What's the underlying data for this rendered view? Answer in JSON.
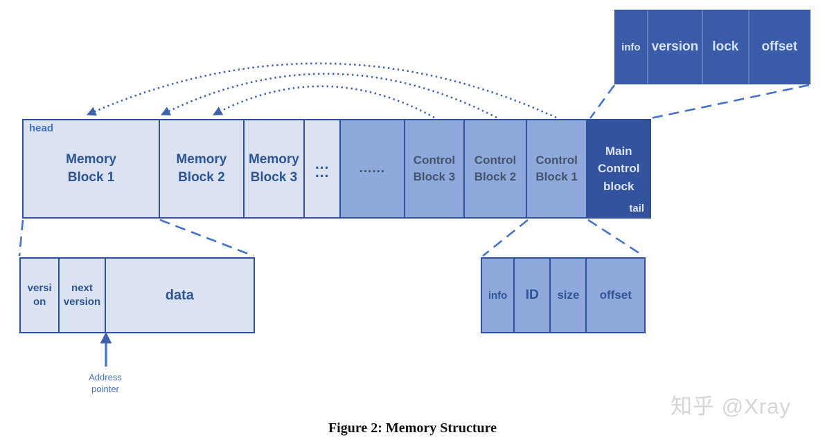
{
  "colors": {
    "light_fill": "#dbe2f2",
    "medium_fill": "#8fa9dc",
    "dark_fill_top_right": "#3a5ca8",
    "dark_fill_main_control": "#33539e",
    "border": "#2f519b",
    "arrow_accent": "#3e62ad",
    "memory_text": "#2e5496",
    "control_text": "#44546a",
    "head_text": "#4472c4",
    "light_text": "#d6e1f6"
  },
  "top_right_block": {
    "cells": [
      "info",
      "version",
      "lock",
      "offset"
    ]
  },
  "main_bar": {
    "head_label": "head",
    "tail_label": "tail",
    "memory_blocks": [
      "Memory Block 1",
      "Memory Block 2",
      "Memory Block 3"
    ],
    "dots_lines": [
      "...",
      "..."
    ],
    "ellipsis": "......",
    "control_blocks": [
      "Control Block 3",
      "Control Block 2",
      "Control Block 1"
    ],
    "main_control_label": "Main Control block"
  },
  "memory_block_detail": {
    "cells": [
      "versi on",
      "next version",
      "data"
    ]
  },
  "control_block_detail": {
    "cells": [
      "info",
      "ID",
      "size",
      "offset"
    ]
  },
  "address_pointer": {
    "label": "Address pointer"
  },
  "caption": "Figure 2: Memory Structure",
  "watermark": "知乎 @Xray"
}
